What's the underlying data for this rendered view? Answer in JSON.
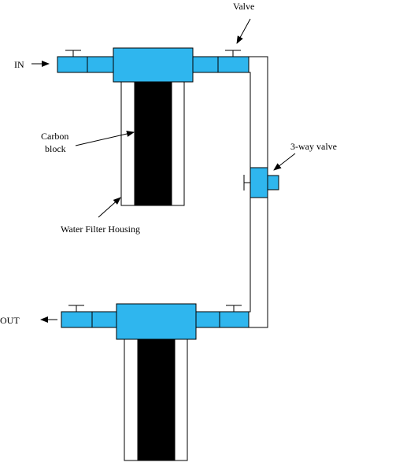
{
  "labels": {
    "in": "IN",
    "out": "OUT",
    "valve": "Valve",
    "three_way_valve": "3-way valve",
    "carbon_block_line1": "Carbon",
    "carbon_block_line2": "block",
    "water_filter_housing": "Water Filter Housing"
  },
  "colors": {
    "fitting": "#2fb6ee",
    "carbon": "#000000",
    "housing": "#ffffff",
    "outline": "#000000"
  },
  "icons": [
    "arrow-icon",
    "valve-handle-icon"
  ]
}
